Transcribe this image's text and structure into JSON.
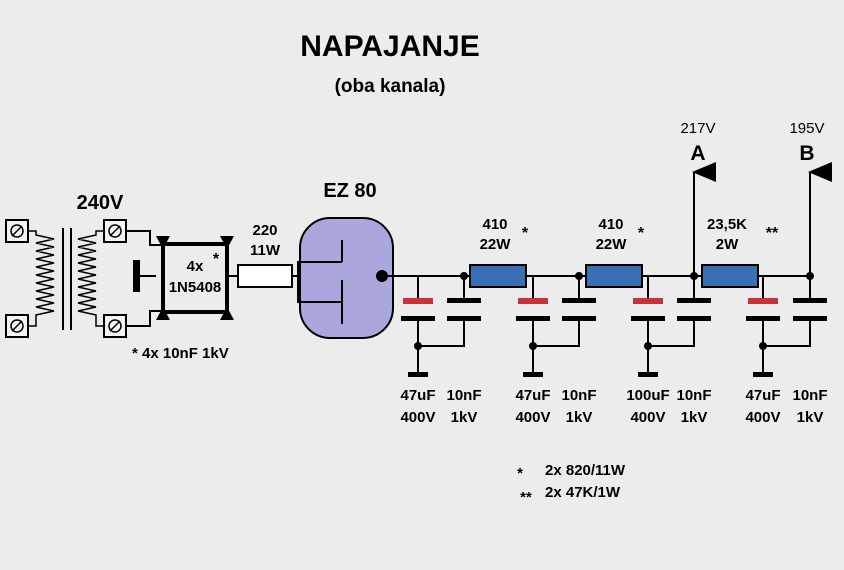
{
  "title": "NAPAJANJE",
  "subtitle": "(oba kanala)",
  "transformer": {
    "label": "240V"
  },
  "bridge": {
    "count": "4x",
    "part": "1N5408",
    "mark": "*",
    "note": "* 4x 10nF 1kV"
  },
  "series_resistor": {
    "value": "220",
    "power": "11W"
  },
  "tube": {
    "label": "EZ 80"
  },
  "resistors": [
    {
      "value": "410",
      "power": "22W",
      "mark": "*"
    },
    {
      "value": "410",
      "power": "22W",
      "mark": "*"
    },
    {
      "value": "23,5K",
      "power": "2W",
      "mark": "**"
    }
  ],
  "capacitors": [
    {
      "value": "47uF",
      "voltage": "400V"
    },
    {
      "value": "10nF",
      "voltage": "1kV"
    },
    {
      "value": "47uF",
      "voltage": "400V"
    },
    {
      "value": "10nF",
      "voltage": "1kV"
    },
    {
      "value": "100uF",
      "voltage": "400V"
    },
    {
      "value": "10nF",
      "voltage": "1kV"
    },
    {
      "value": "47uF",
      "voltage": "400V"
    },
    {
      "value": "10nF",
      "voltage": "1kV"
    }
  ],
  "outputs": [
    {
      "voltage": "217V",
      "label": "A"
    },
    {
      "voltage": "195V",
      "label": "B"
    }
  ],
  "legend": [
    {
      "mark": "*",
      "text": "2x 820/11W"
    },
    {
      "mark": "**",
      "text": "2x 47K/1W"
    }
  ],
  "colors": {
    "resistor": "#3a6fb4",
    "tube": "#a9a7dc",
    "cap_electrolytic": "#c8323a",
    "terminal": "#f4f4f4"
  }
}
